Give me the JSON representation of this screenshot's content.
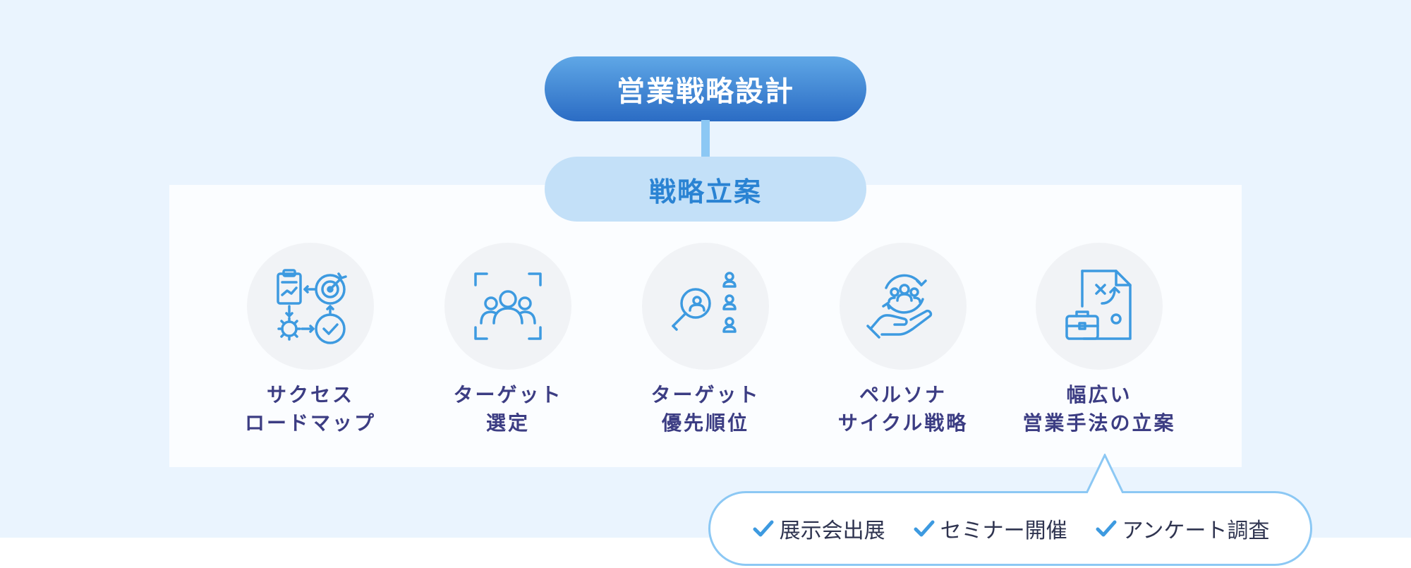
{
  "header": {
    "title": "営業戦略設計",
    "subtitle": "戦略立案"
  },
  "items": [
    {
      "icon": "roadmap-icon",
      "line1": "サクセス",
      "line2": "ロードマップ"
    },
    {
      "icon": "target-group-icon",
      "line1": "ターゲット",
      "line2": "選定"
    },
    {
      "icon": "priority-search-icon",
      "line1": "ターゲット",
      "line2": "優先順位"
    },
    {
      "icon": "persona-cycle-icon",
      "line1": "ペルソナ",
      "line2": "サイクル戦略"
    },
    {
      "icon": "sales-plan-icon",
      "line1": "幅広い",
      "line2": "営業手法の立案"
    }
  ],
  "tooltip": {
    "tags": [
      "展示会出展",
      "セミナー開催",
      "アンケート調査"
    ]
  },
  "colors": {
    "background": "#eaf4fe",
    "primary": "#2b6cc4",
    "accent": "#3d9ae0",
    "label": "#3c3d83",
    "pill_light": "#c3e0f8"
  }
}
